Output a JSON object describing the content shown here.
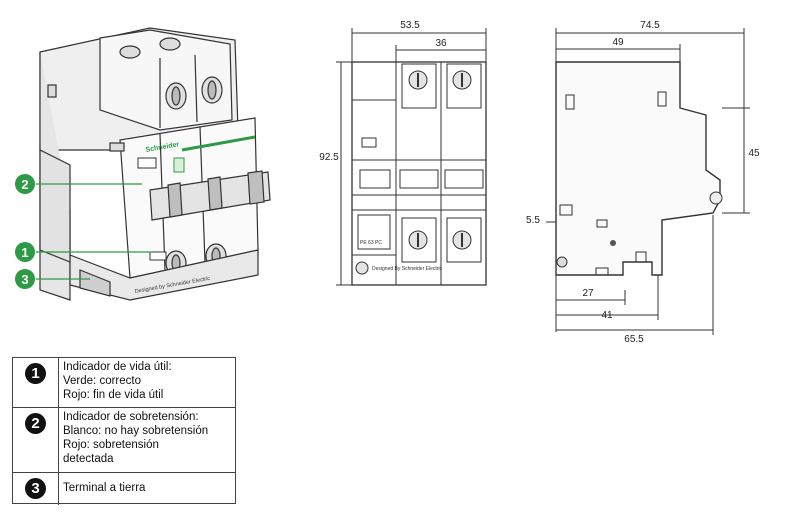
{
  "callouts": {
    "c1": "1",
    "c2": "2",
    "c3": "3",
    "color": "#2e9a45"
  },
  "device_labels": {
    "brand": "Schneider",
    "footer": "Designed by Schneider Electric"
  },
  "front_view": {
    "dim_width": "53.5",
    "dim_pitch": "36",
    "dim_height": "92.5",
    "label_footer": "Designed By Schneider Electric",
    "label_small": "PE 63 PC"
  },
  "side_view": {
    "dim_overall": "74.5",
    "dim_49": "49",
    "dim_45": "45",
    "dim_5_5": "5.5",
    "dim_27": "27",
    "dim_41": "41",
    "dim_65_5": "65.5"
  },
  "legend": {
    "rows": [
      {
        "num": "1",
        "lines": [
          "Indicador de vida útil:",
          "Verde: correcto",
          "Rojo: fin de vida útil"
        ]
      },
      {
        "num": "2",
        "lines": [
          "Indicador de sobretensión:",
          "Blanco: no hay sobretensión",
          "Rojo: sobretensión",
          "detectada"
        ]
      },
      {
        "num": "3",
        "lines": [
          "Terminal a tierra"
        ]
      }
    ]
  }
}
